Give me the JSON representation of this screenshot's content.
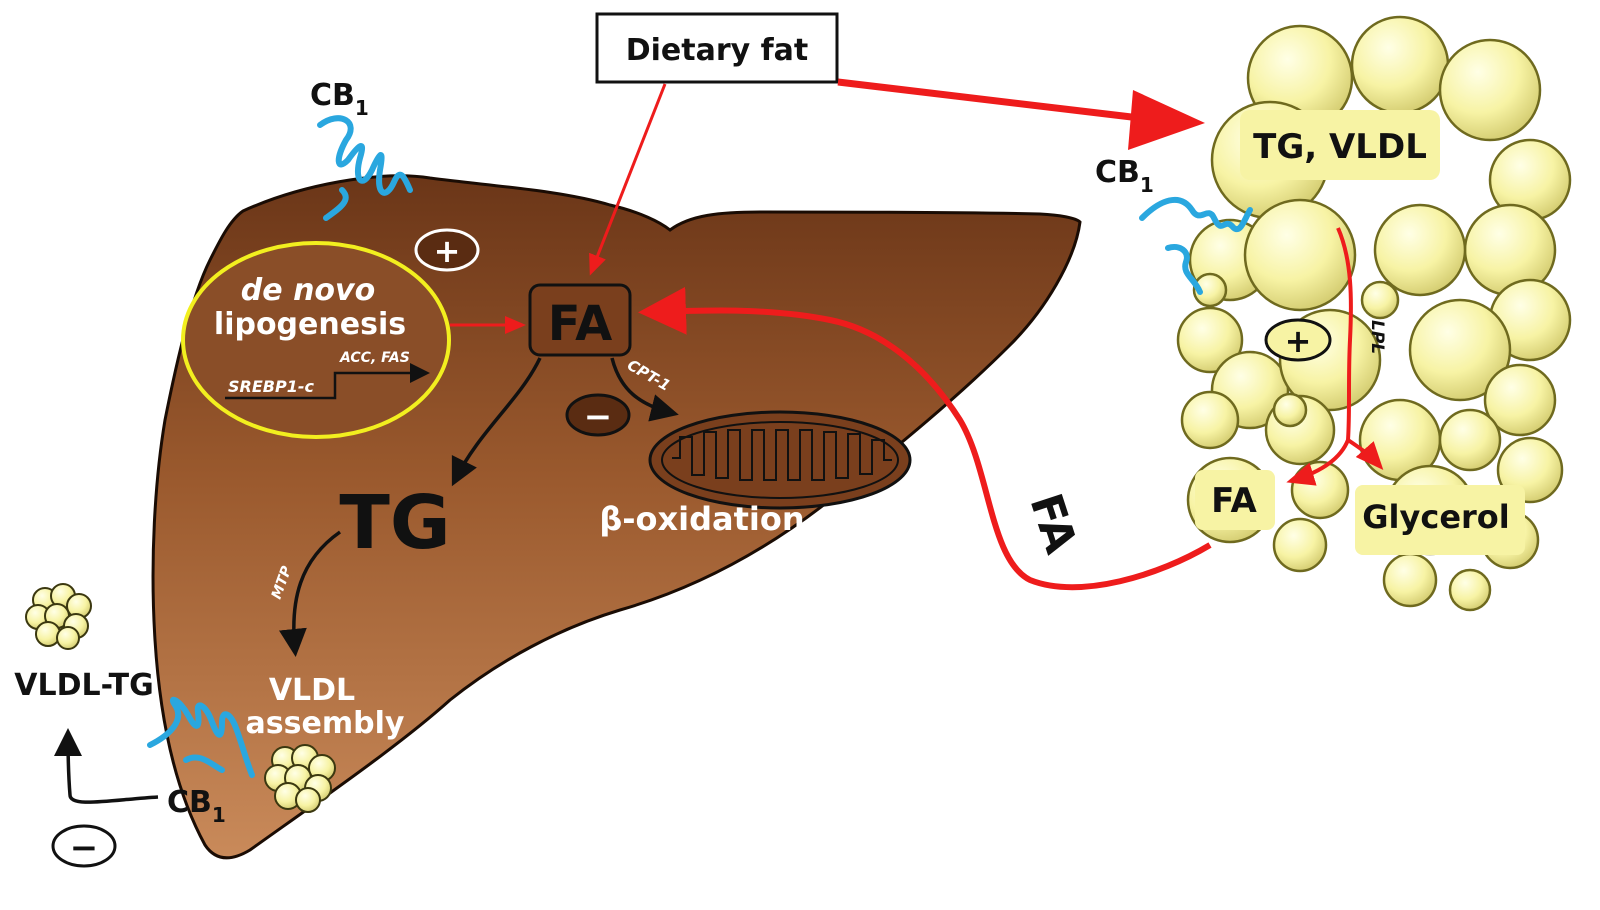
{
  "labels": {
    "dietary_fat": "Dietary fat",
    "de_novo": "de novo",
    "lipogenesis": "lipogenesis",
    "acc_fas": "ACC, FAS",
    "srebp1c": "SREBP1-c",
    "fa_liver": "FA",
    "cpt1": "CPT-1",
    "beta_oxidation": "β-oxidation",
    "tg_liver": "TG",
    "mtp": "MTP",
    "vldl_assembly_1": "VLDL",
    "vldl_assembly_2": "assembly",
    "vldl_tg": "VLDL-TG",
    "cb1_base": "CB",
    "cb1_sub": "1",
    "fa_transport": "FA",
    "tg_vldl": "TG, VLDL",
    "lpl": "LPL",
    "fa_adipose": "FA",
    "glycerol": "Glycerol",
    "plus": "+",
    "minus": "−"
  },
  "colors": {
    "liver_dark": "#6e3a1d",
    "liver_light": "#c98a5a",
    "fat": "#f7f3a4",
    "fat_edge": "#6f6a1f",
    "receptor": "#2aa7df",
    "red_arrow": "#ee1c1c",
    "lipogenesis_ring": "#f2ef1f",
    "black": "#111111"
  }
}
